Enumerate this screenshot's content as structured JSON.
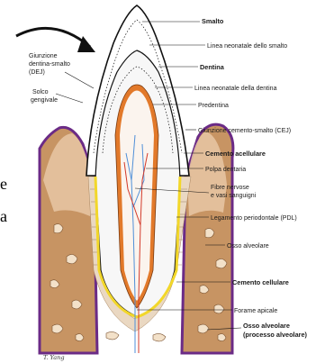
{
  "diagram": {
    "labels_right": [
      {
        "key": "smalto",
        "text": "Smalto",
        "bold": true
      },
      {
        "key": "linea_neonatale_smalto",
        "text": "Linea neonatale dello smalto",
        "bold": false
      },
      {
        "key": "dentina",
        "text": "Dentina",
        "bold": true
      },
      {
        "key": "linea_neonatale_dentina",
        "text": "Linea neonatale della dentina",
        "bold": false
      },
      {
        "key": "predentina",
        "text": "Predentina",
        "bold": false
      },
      {
        "key": "cej",
        "text": "Giunzione cemento-smalto (CEJ)",
        "bold": false
      },
      {
        "key": "cemento_acellulare",
        "text": "Cemento acellulare",
        "bold": true
      },
      {
        "key": "polpa",
        "text": "Polpa dentaria",
        "bold": false
      },
      {
        "key": "fibre_1",
        "text": "Fibre nervose",
        "bold": false
      },
      {
        "key": "fibre_2",
        "text": "e vasi sanguigni",
        "bold": false
      },
      {
        "key": "pdl",
        "text": "Legamento periodontale (PDL)",
        "bold": false
      },
      {
        "key": "osso_alveolare",
        "text": "Osso alveolare",
        "bold": false
      },
      {
        "key": "cemento_cellulare",
        "text": "Cemento cellulare",
        "bold": true
      },
      {
        "key": "forame",
        "text": "Forame apicale",
        "bold": false
      },
      {
        "key": "osso_proc_1",
        "text": "Osso alveolare",
        "bold": true
      },
      {
        "key": "osso_proc_2",
        "text": "(processo alveolare)",
        "bold": true
      }
    ],
    "labels_left": [
      {
        "key": "dej_1",
        "text": "Giunzione"
      },
      {
        "key": "dej_2",
        "text": "dentina-smalto"
      },
      {
        "key": "dej_3",
        "text": "(DEJ)"
      },
      {
        "key": "solco_1",
        "text": "Solco"
      },
      {
        "key": "solco_2",
        "text": "gengivale"
      }
    ],
    "edge_text": [
      {
        "key": "edge_e",
        "text": "e"
      },
      {
        "key": "edge_a",
        "text": "a"
      }
    ],
    "signature": "T. Yang",
    "colors": {
      "enamel": "#ffffff",
      "dentin": "#f7f7f7",
      "predentin": "#e2792a",
      "pulp": "#fbf4ee",
      "bone": "#c79463",
      "bone_light": "#e7c7a4",
      "ligament": "#ead8c2",
      "gingiva_edge": "#6b2b86",
      "cementum": "#f2d72a",
      "nerve": "#4f8fd8",
      "artery": "#d33a2a"
    }
  }
}
